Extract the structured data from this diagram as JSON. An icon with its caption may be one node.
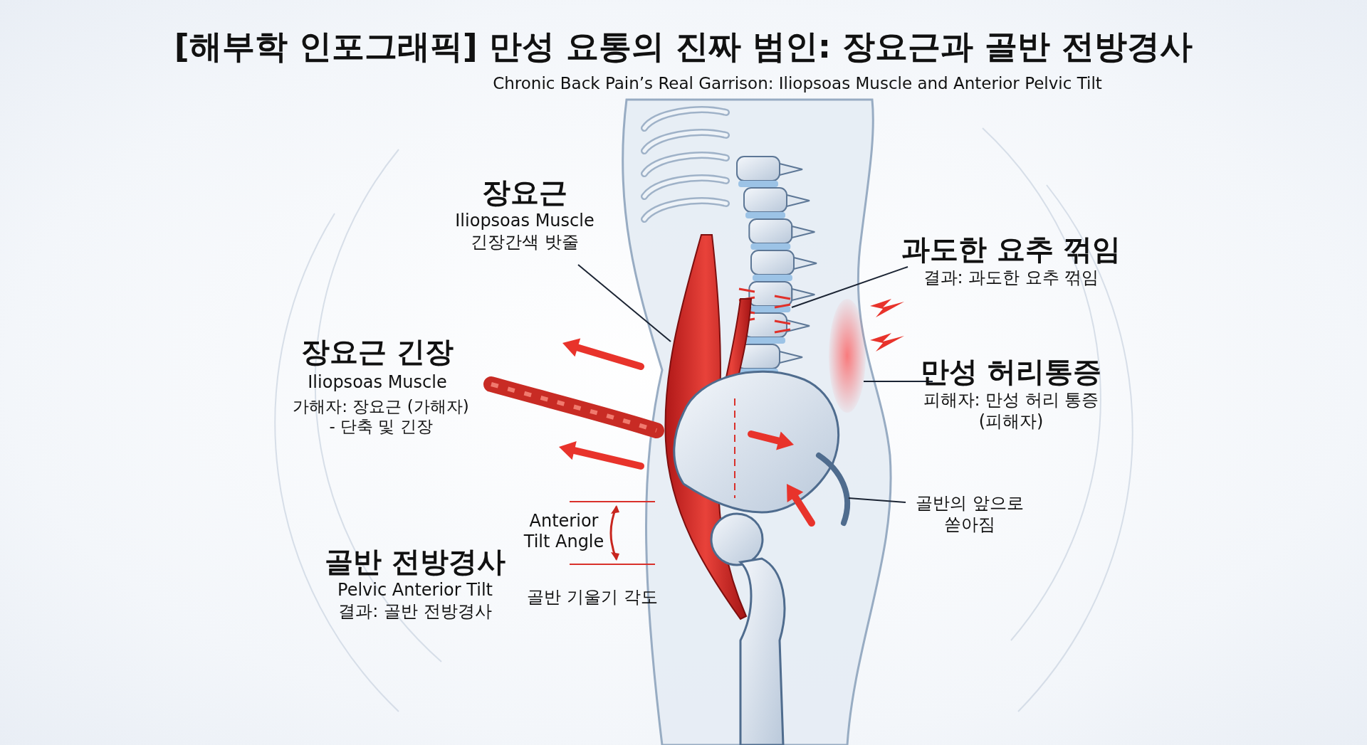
{
  "diagram": {
    "title": "[해부학 인포그래픽] 만성 요통의 진짜 범인: 장요근과 골반 전방경사",
    "nodes": [
      {
        "text": [
          "장요근",
          "Iliopsoas Muscle",
          "긴장간색 밧줄"
        ]
      },
      {
        "text": [],
        "shape": "picture"
      },
      {
        "text": [
          "과도한 요추 꺾임",
          "결과: 과도한 요추 꺾임"
        ]
      },
      {
        "text": [],
        "shape": "picture"
      },
      {
        "text": [
          "만성 허리통증",
          "피해자: 만성 허리 통증 (피해자)"
        ]
      },
      {
        "text": [],
        "shape": "picture"
      },
      {
        "text": [
          "골반의 앞으로 쏟아짐"
        ]
      },
      {
        "text": [],
        "shape": "picture"
      }
    ],
    "edges": [
      {
        "from": 0,
        "to": 1,
        "arrow": "none"
      },
      {
        "from": 2,
        "to": 3,
        "arrow": "none"
      },
      {
        "from": 4,
        "to": 5,
        "arrow": "none"
      },
      {
        "from": 6,
        "to": 7,
        "arrow": "none"
      }
    ],
    "labels": [
      "Chronic Back Pain’s Real Garrison: Iliopsoas Muscle and Anterior Pelvic Tilt",
      "장요근 긴장",
      "Iliopsoas Muscle",
      "가해자: 장요근 (가해자) - 단축 및 긴장",
      "Anterior Tilt Angle",
      "골반 전방경사",
      "Pelvic Anterior Tilt",
      "결과: 골반 전방경사",
      "골반 기울기 각도"
    ]
  }
}
